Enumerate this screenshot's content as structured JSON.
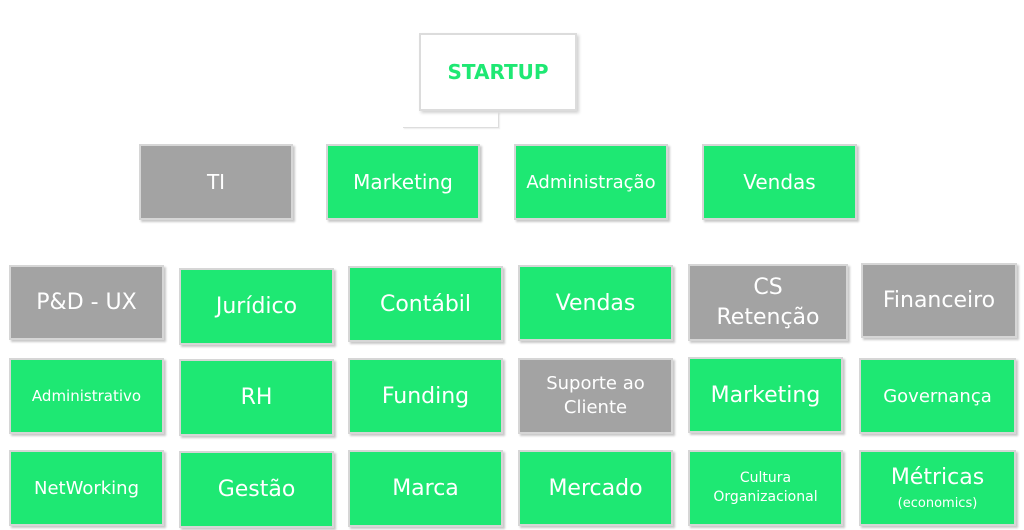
{
  "root": {
    "label": "STARTUP"
  },
  "level1": [
    "TI",
    "Marketing",
    "Administração",
    "Vendas"
  ],
  "level2": {
    "row1": [
      "P&D - UX",
      "Jurídico",
      "Contábil",
      "Vendas",
      "CS Retenção",
      "Financeiro"
    ],
    "row2": [
      "Administrativo",
      "RH",
      "Funding",
      "Suporte ao Cliente",
      "Marketing",
      "Governança"
    ],
    "row3": [
      "NetWorking",
      "Gestão",
      "Marca",
      "Mercado",
      "Cultura Organizacional",
      "Métricas"
    ],
    "metricas_sub": "(economics)"
  },
  "colors": {
    "green": "#1ee873",
    "gray": "#a3a3a3",
    "title_green": "#1ee873"
  }
}
